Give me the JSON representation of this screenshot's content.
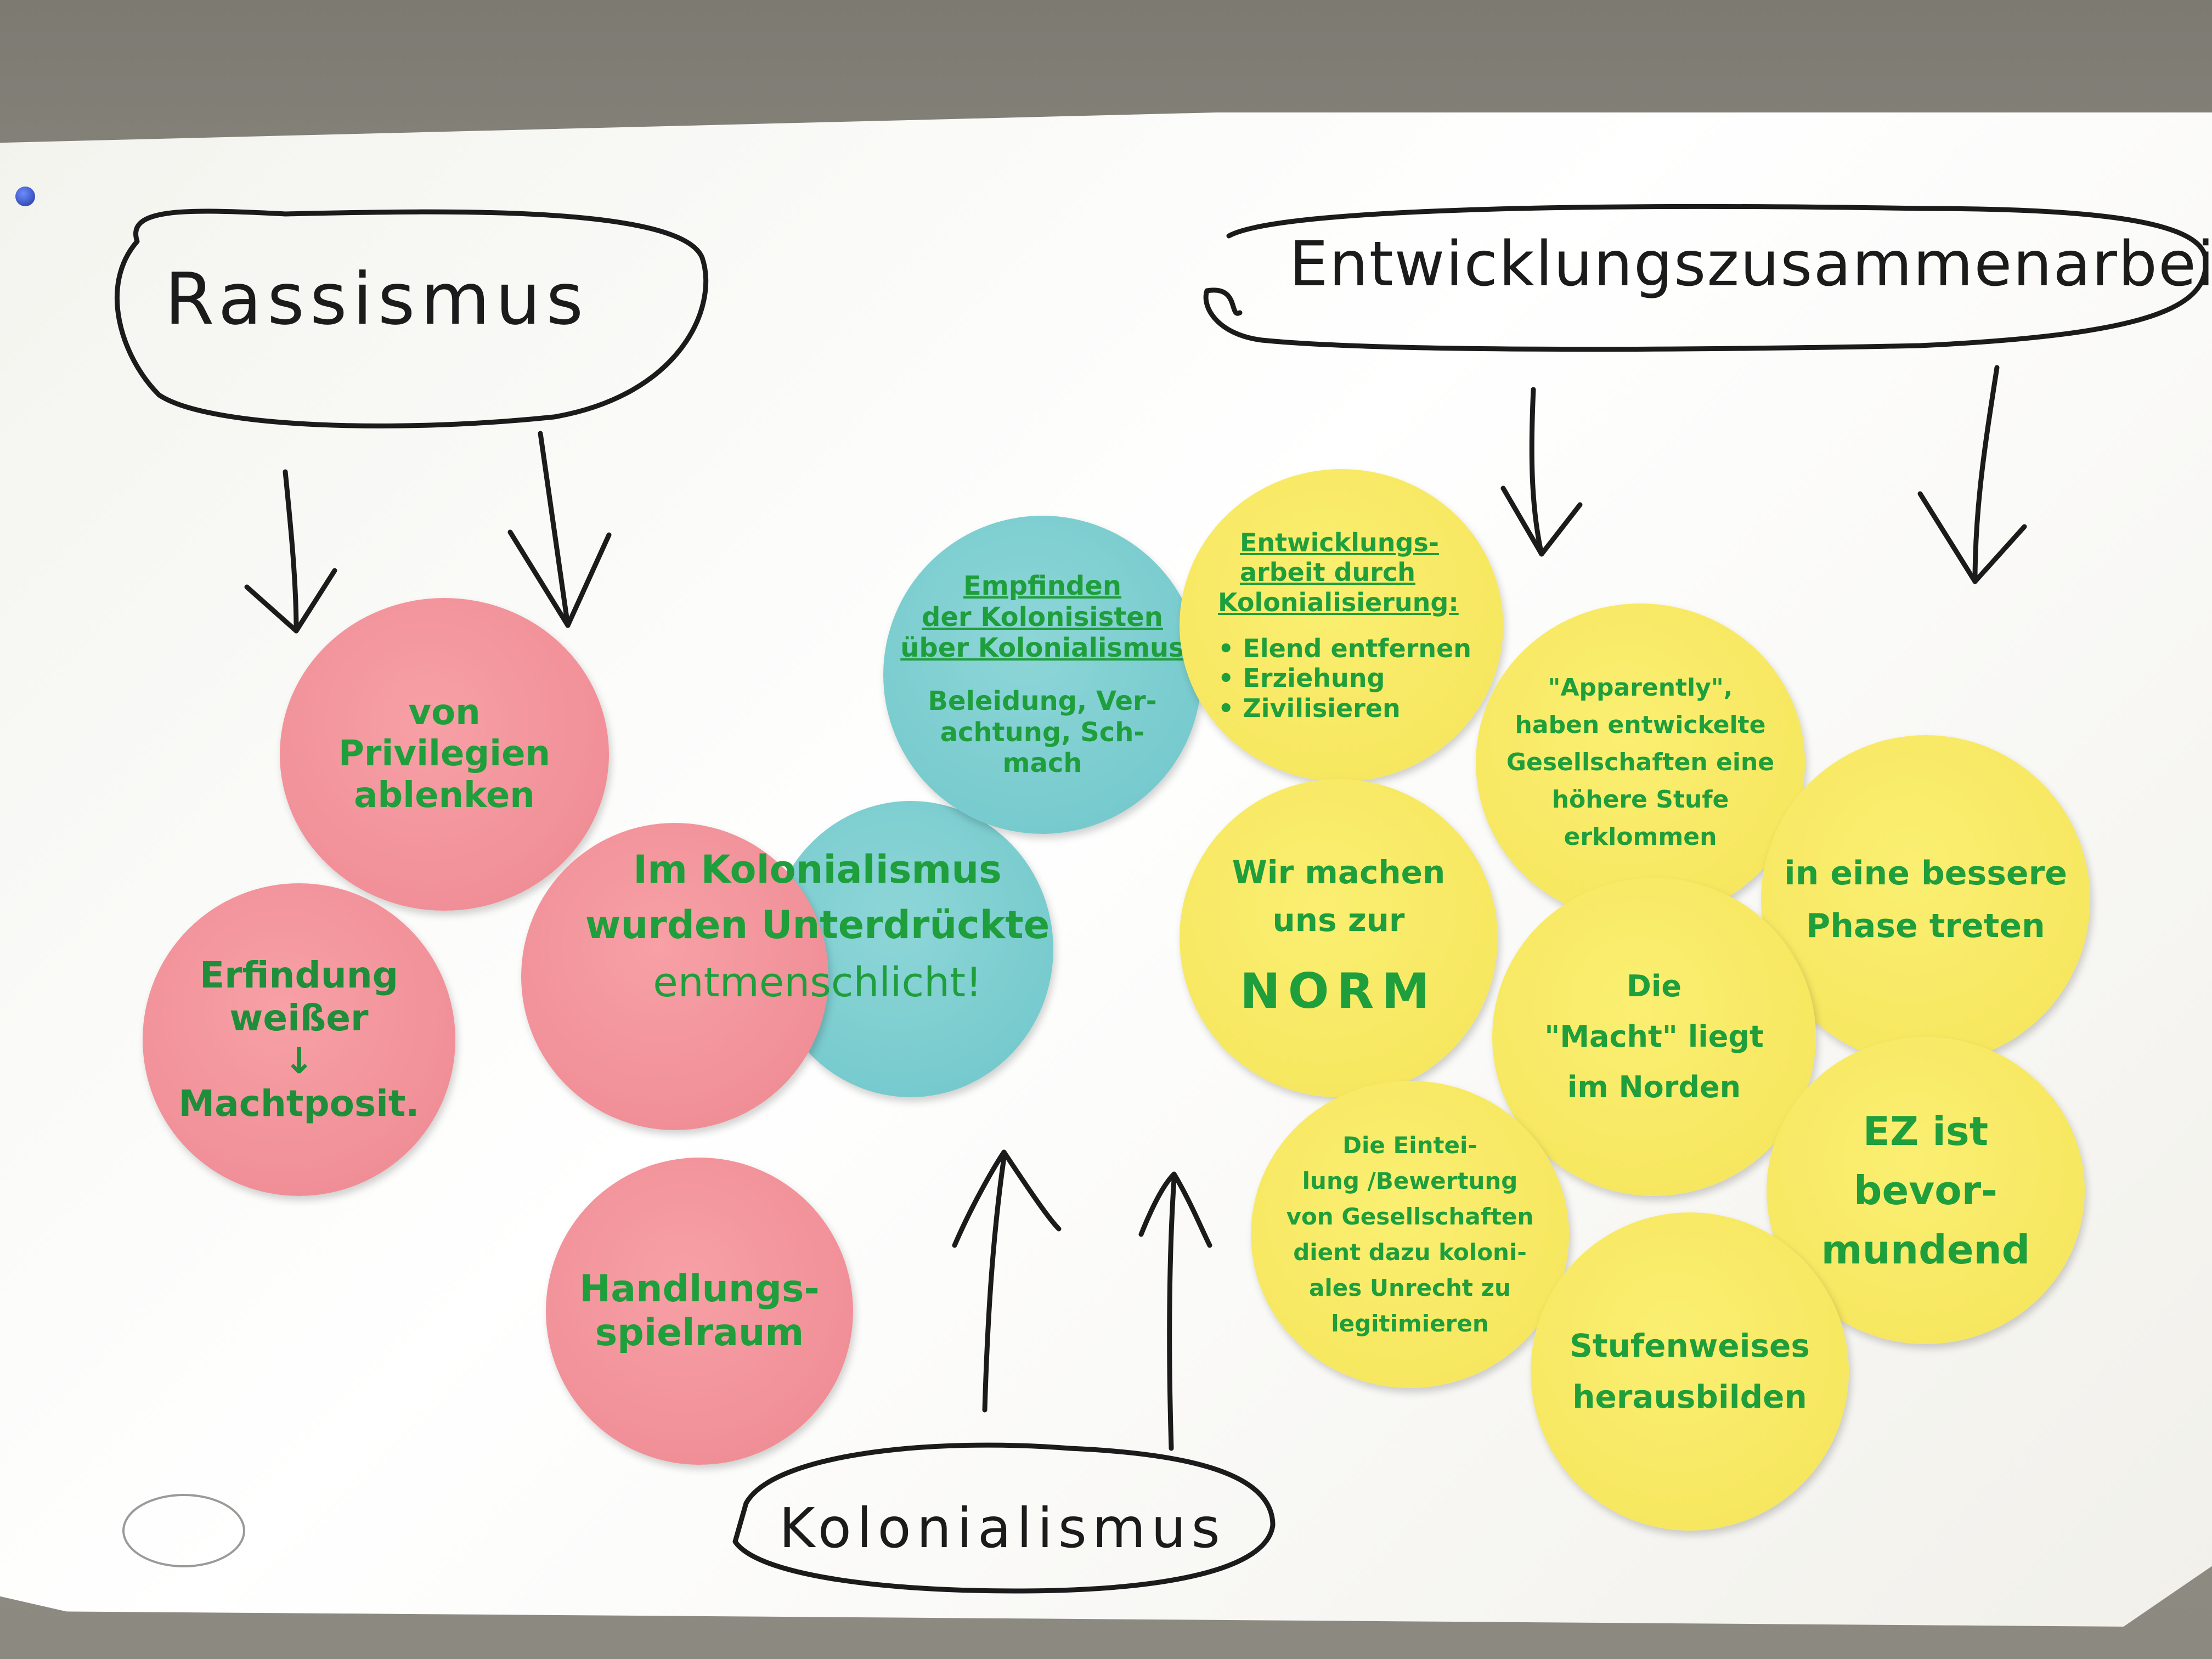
{
  "headings": {
    "rassismus": "Rassismus",
    "entwicklung": "Entwicklungszusammenarbeit",
    "kolonialismus": "Kolonialismus"
  },
  "dots": {
    "privilegien": [
      "von",
      "Privilegien",
      "ablenken"
    ],
    "erfindung": [
      "Erfindung",
      "weißer",
      "↓",
      "Machtposit."
    ],
    "kolonialismus_entmenschlicht": [
      "Im Kolonialismus",
      "wurden Unterdrückte",
      "entmenschlicht!"
    ],
    "handlung": [
      "Handlungs-",
      "spielraum"
    ],
    "empfinden_title": [
      "Empfinden",
      "der Kolonisisten",
      "über Kolonialismus"
    ],
    "empfinden_body": [
      "Beleidung, Ver-",
      "achtung, Sch-",
      "mach"
    ],
    "entwicklungsarbeit_title": [
      "Entwicklungs-",
      "arbeit durch",
      "Kolonialisierung:"
    ],
    "entwicklungsarbeit_items": [
      "• Elend entfernen",
      "• Erziehung",
      "• Zivilisieren"
    ],
    "apparently": [
      "\"Apparently\",",
      "haben entwickelte",
      "Gesellschaften eine",
      "höhere Stufe",
      "erklommen"
    ],
    "norm": [
      "Wir machen",
      "uns zur",
      "NORM"
    ],
    "bessere_phase": [
      "in eine bessere",
      "Phase treten"
    ],
    "macht": [
      "Die",
      "\"Macht\" liegt",
      "im Norden"
    ],
    "einteilung": [
      "Die Eintei-",
      "lung /Bewertung",
      "von Gesellschaften",
      "dient dazu koloni-",
      "ales Unrecht zu",
      "legitimieren"
    ],
    "ez": [
      "EZ ist",
      "bevor-",
      "mundend"
    ],
    "stufenweise": [
      "Stufenweises",
      "herausbilden"
    ]
  },
  "colors": {
    "ink_green": "#1f9e3c",
    "pink": "#ee8891",
    "blue": "#6ec6c9",
    "yellow": "#f5e459",
    "marker_black": "#1b1b1b"
  }
}
